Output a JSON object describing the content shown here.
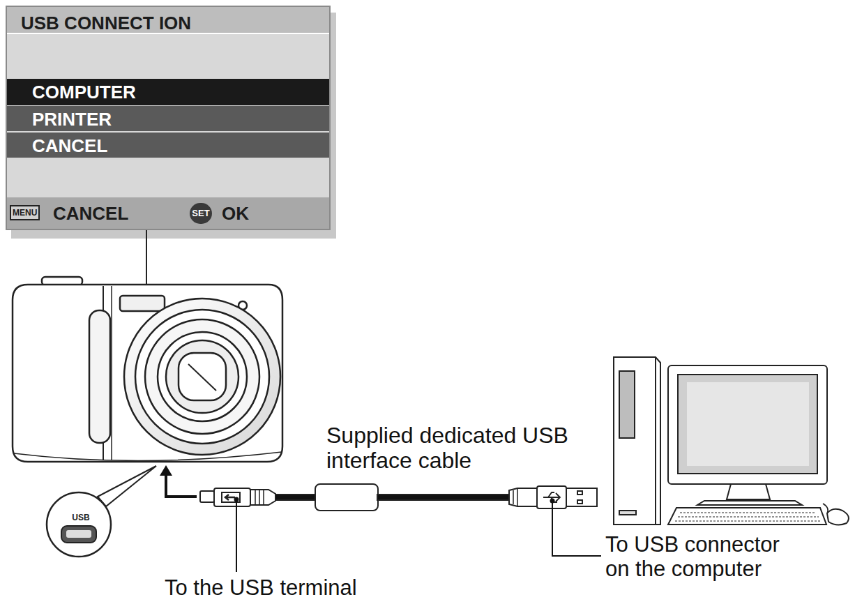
{
  "diagram": {
    "nodes": [
      {
        "text": [
          "USB CONNECT ION"
        ]
      },
      {
        "text": [
          "COMPUTER"
        ],
        "in": 0
      },
      {
        "text": [
          "PRINTER"
        ],
        "in": 0
      },
      {
        "text": [
          "CANCEL"
        ],
        "in": 0
      },
      {
        "text": [
          "MENU",
          "CANCEL",
          "SET",
          "OK"
        ],
        "in": 0
      }
    ],
    "labels": [
      "USB",
      "Supplied dedicated USB interface cable",
      "To the USB terminal",
      "To USB connector on the computer"
    ]
  }
}
